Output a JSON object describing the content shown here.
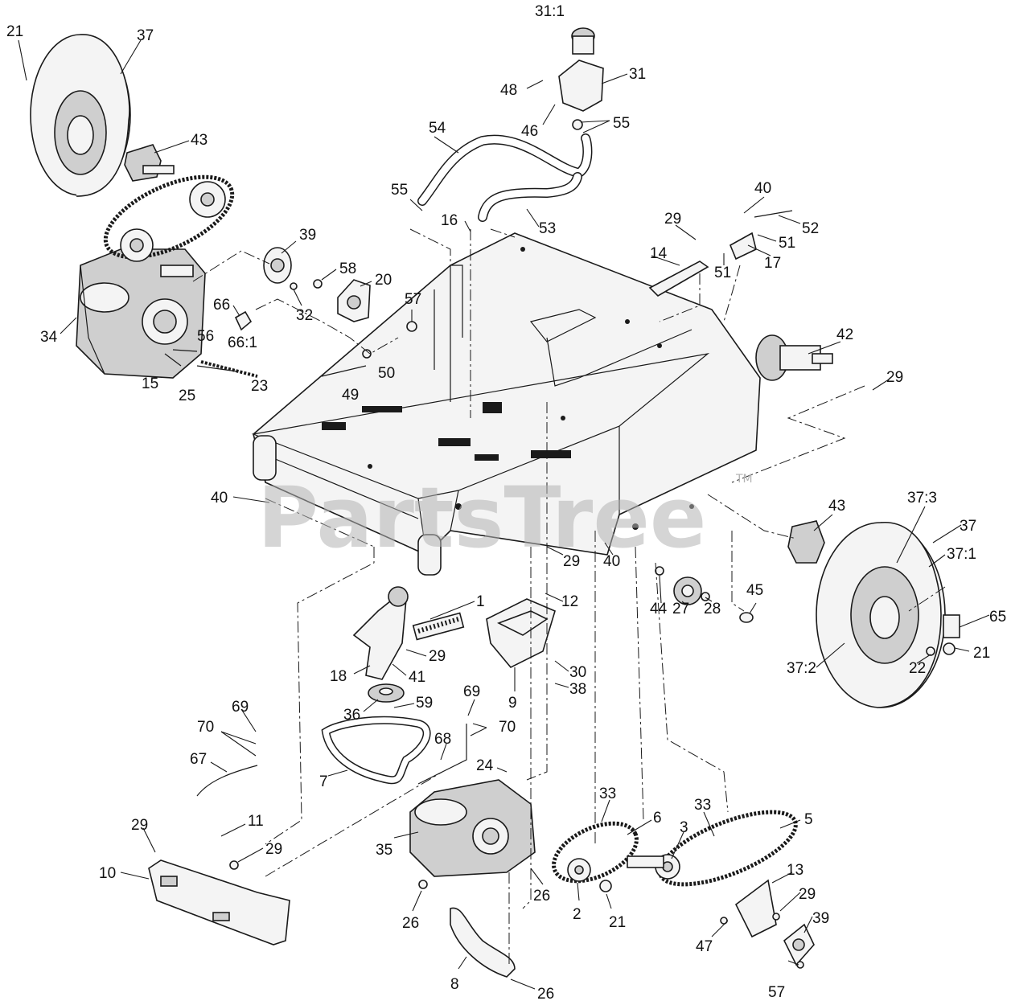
{
  "watermark": {
    "text": "PartsTree",
    "trademark": "TM"
  },
  "callouts": [
    "21",
    "37",
    "43",
    "34",
    "39",
    "32",
    "58",
    "20",
    "57",
    "66",
    "66:1",
    "56",
    "15",
    "25",
    "23",
    "49",
    "50",
    "31:1",
    "31",
    "48",
    "46",
    "55",
    "54",
    "55",
    "16",
    "53",
    "40",
    "52",
    "51",
    "51",
    "29",
    "14",
    "17",
    "42",
    "29",
    "40",
    "29",
    "40",
    "12",
    "1",
    "29",
    "41",
    "18",
    "36",
    "59",
    "30",
    "9",
    "38",
    "44",
    "27",
    "28",
    "45",
    "43",
    "37:3",
    "37",
    "37:1",
    "65",
    "21",
    "22",
    "37:2",
    "69",
    "70",
    "67",
    "7",
    "69",
    "70",
    "68",
    "24",
    "29",
    "11",
    "29",
    "10",
    "35",
    "26",
    "26",
    "33",
    "6",
    "2",
    "21",
    "3",
    "33",
    "5",
    "13",
    "29",
    "39",
    "47",
    "57",
    "8",
    "26"
  ]
}
